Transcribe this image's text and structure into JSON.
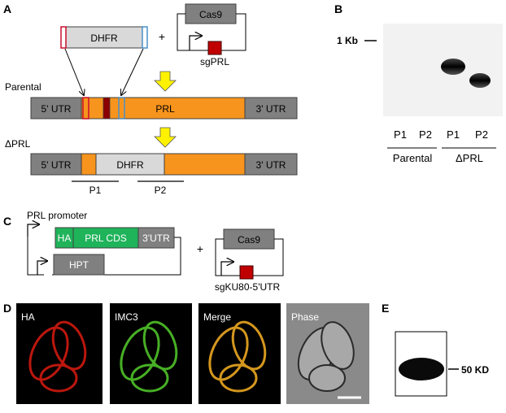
{
  "panels": {
    "a": "A",
    "b": "B",
    "c": "C",
    "d": "D",
    "e": "E"
  },
  "panel_a": {
    "dhfr": "DHFR",
    "plus": "+",
    "cas9": "Cas9",
    "sgrna": "sgPRL",
    "parental_label": "Parental",
    "utr5": "5' UTR",
    "gene": "PRL",
    "utr3": "3' UTR",
    "mutant_label": "ΔPRL",
    "mut_utr5": "5' UTR",
    "mut_dhfr": "DHFR",
    "mut_utr3": "3' UTR",
    "p1": "P1",
    "p2": "P2"
  },
  "panel_b": {
    "marker": "1 Kb",
    "lanes": [
      "P1",
      "P2",
      "P1",
      "P2"
    ],
    "group1": "Parental",
    "group2": "ΔPRL"
  },
  "panel_c": {
    "promoter": "PRL promoter",
    "ha": "HA",
    "cds": "PRL CDS",
    "utr": "3'UTR",
    "hpt": "HPT",
    "plus": "+",
    "cas9": "Cas9",
    "sgrna": "sgKU80-5'UTR"
  },
  "panel_d": {
    "labels": [
      "HA",
      "IMC3",
      "Merge",
      "Phase"
    ]
  },
  "panel_e": {
    "marker": "50 KD"
  },
  "colors": {
    "orange": "#F7941D",
    "gray": "#808080",
    "light_gray": "#D9D9D9",
    "green": "#1FB35A",
    "red_box": "#C8102E",
    "blue": "#4A90C8",
    "yellow": "#FFF200"
  }
}
